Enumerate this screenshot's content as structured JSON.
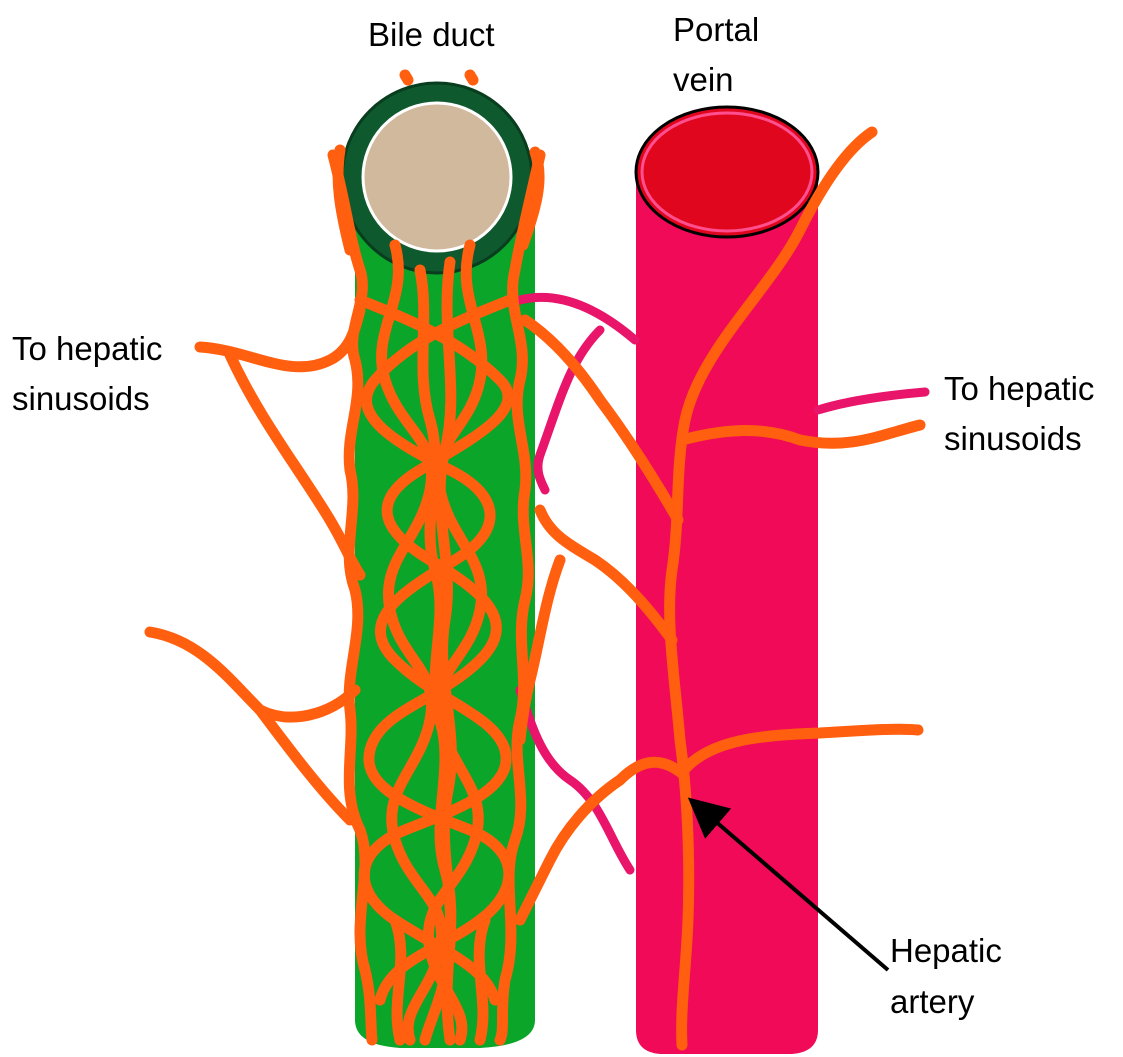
{
  "labels": {
    "bile_duct": "Bile duct",
    "portal_vein_line1": "Portal",
    "portal_vein_line2": "vein",
    "left_sinusoids_line1": "To hepatic",
    "left_sinusoids_line2": "sinusoids",
    "right_sinusoids_line1": "To hepatic",
    "right_sinusoids_line2": "sinusoids",
    "hepatic_artery_line1": "Hepatic",
    "hepatic_artery_line2": "artery"
  },
  "colors": {
    "bile_duct_body": "#0BA52A",
    "bile_duct_rim": "#0E5A2E",
    "bile_duct_lumen": "#D0B99C",
    "portal_vein_body": "#F00A57",
    "portal_vein_lumen": "#E0061E",
    "hepatic_artery": "#FF5F0F",
    "connecting_vessels": "#E8156A",
    "pointer_arrow": "#000000"
  }
}
